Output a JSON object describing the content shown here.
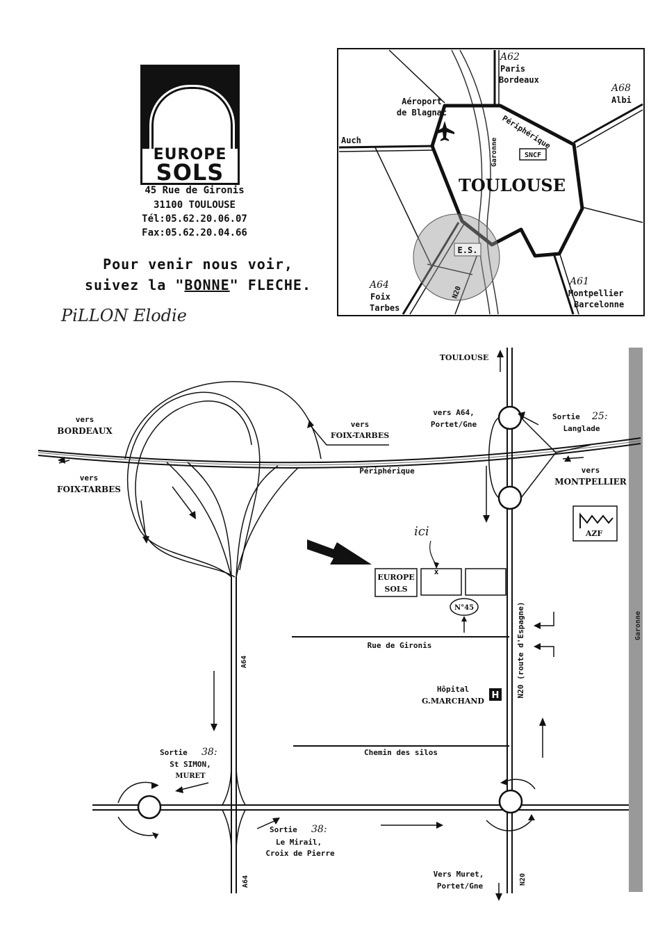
{
  "header": {
    "logo_line1": "EUROPE",
    "logo_line2": "SOLS",
    "address": [
      "45 Rue de Gironis",
      "31100 TOULOUSE",
      "Tél:05.62.20.06.07",
      "Fax:05.62.20.04.66"
    ],
    "slogan_line1": "Pour venir nous voir,",
    "slogan_line2_before": "suivez la \"",
    "slogan_line2_bonne": "BONNE",
    "slogan_line2_after": "\" FLECHE.",
    "handwritten": "PiLLON Elodie"
  },
  "inset_map": {
    "city": "TOULOUSE",
    "sncf": "SNCF",
    "es": "E.S.",
    "airport_line1": "Aéroport",
    "airport_line2": "de Blagnac",
    "auch": "Auch",
    "garonne": "Garonne",
    "peripherique": "Périphérique",
    "n20": "N20",
    "a62": {
      "code": "A62",
      "l1": "Paris",
      "l2": "Bordeaux"
    },
    "a68": {
      "code": "A68",
      "l1": "Albi"
    },
    "a61": {
      "code": "A61",
      "l1": "Montpellier",
      "l2": "Barcelonne"
    },
    "a64": {
      "code": "A64",
      "l1": "Foix",
      "l2": "Tarbes"
    }
  },
  "main_map": {
    "toulouse": "TOULOUSE",
    "vers_bordeaux_1": "vers",
    "vers_bordeaux_2": "BORDEAUX",
    "vers_foix1_1": "vers",
    "vers_foix1_2": "FOIX-TARBES",
    "vers_foix2_1": "vers",
    "vers_foix2_2": "FOIX-TARBES",
    "vers_a64_1": "vers A64,",
    "vers_a64_2": "Portet/Gne",
    "sortie25_1": "Sortie",
    "sortie25_num": "25:",
    "sortie25_2": "Langlade",
    "vers_montp_1": "vers",
    "vers_montp_2": "MONTPELLIER",
    "peripherique": "Périphérique",
    "azf": "AZF",
    "ici": "ici",
    "europe_sols_1": "EUROPE",
    "europe_sols_2": "SOLS",
    "n45": "N°45",
    "rue_gironis": "Rue de Gironis",
    "hopital_1": "Hôpital",
    "hopital_2": "G.MARCHAND",
    "hopital_icon": "H",
    "n20_route": "N20 (route d'Espagne)",
    "chemin_silos": "Chemin des silos",
    "sortie38a_1": "Sortie",
    "sortie38a_num": "38:",
    "sortie38a_2": "St SIMON,",
    "sortie38a_3": "MURET",
    "sortie38b_1": "Sortie",
    "sortie38b_num": "38:",
    "sortie38b_2": "Le Mirail,",
    "sortie38b_3": "Croix de Pierre",
    "vers_muret_1": "Vers Muret,",
    "vers_muret_2": "Portet/Gne",
    "n20_bottom": "N20",
    "a64_top": "A64",
    "a64_bottom": "A64",
    "garonne": "Garonne"
  }
}
